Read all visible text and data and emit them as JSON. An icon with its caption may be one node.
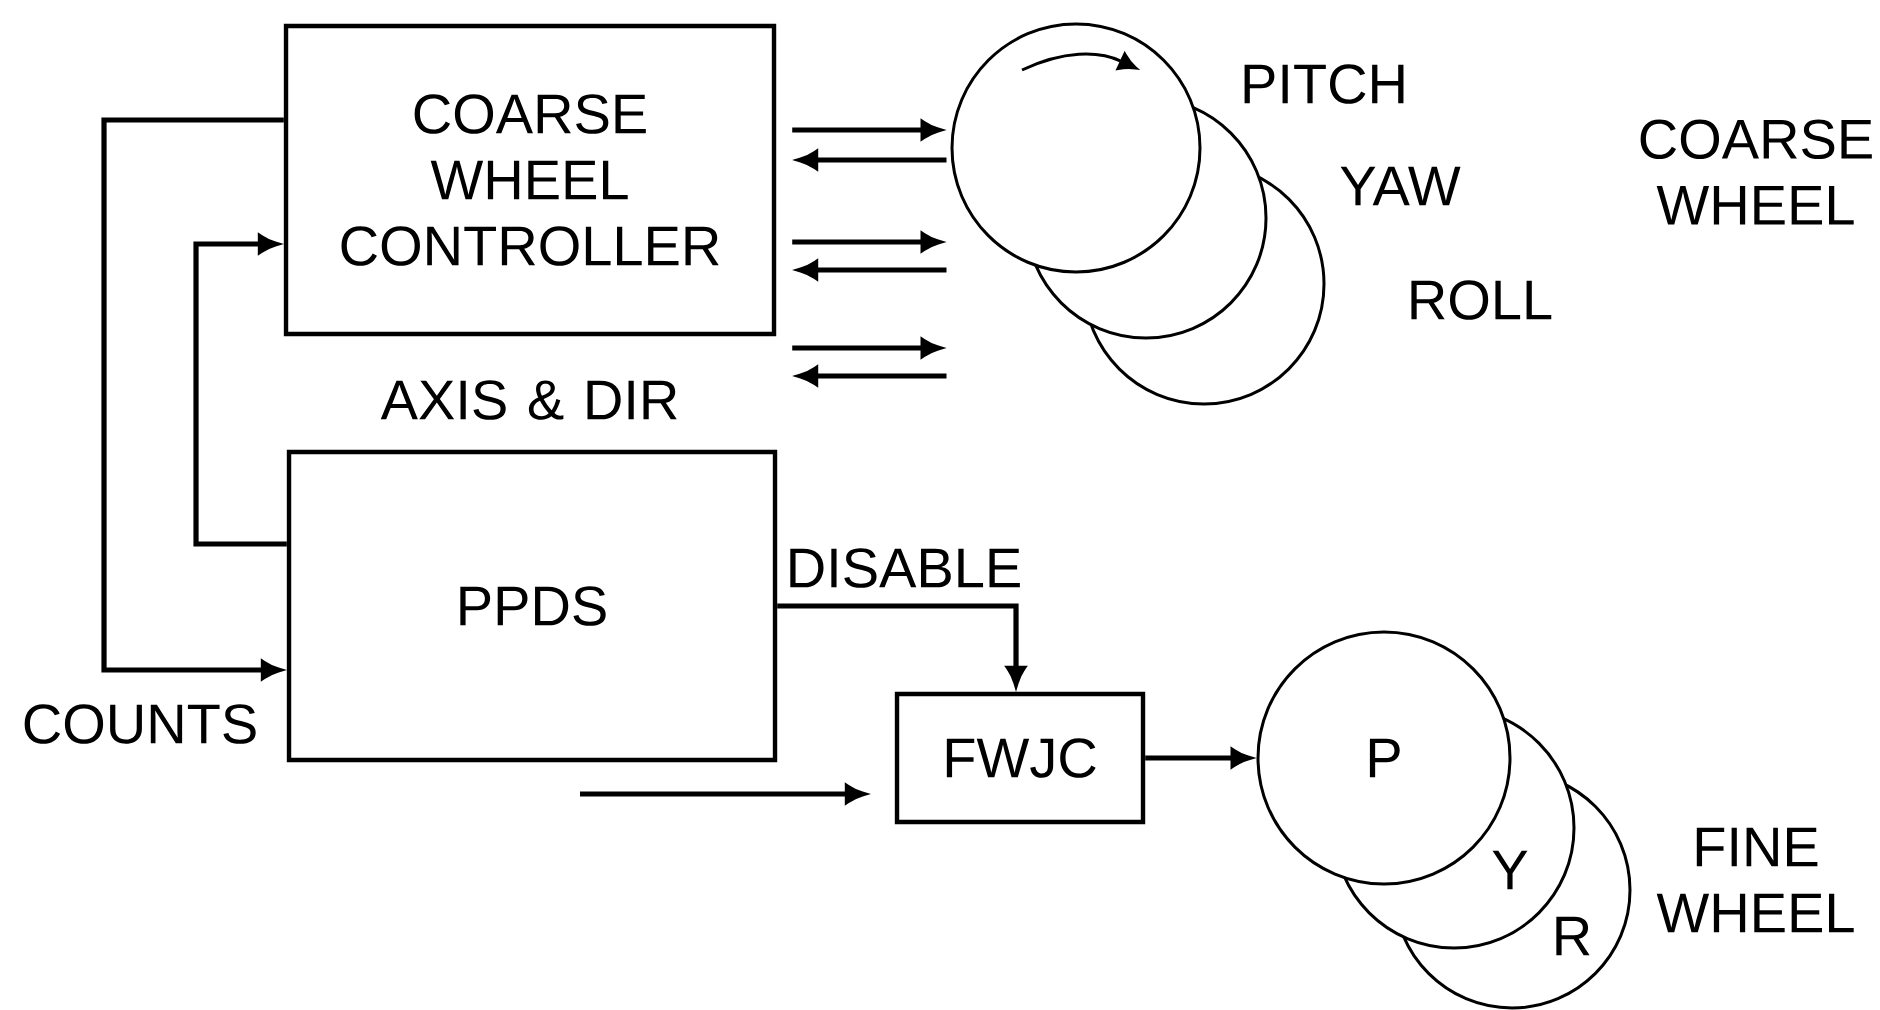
{
  "diagram": {
    "nodes": [
      {
        "text": [
          "COARSE WHEEL CONTROLLER"
        ]
      },
      {
        "text": [
          "PPDS"
        ]
      },
      {
        "text": [
          "FWJC"
        ]
      },
      {
        "text": [
          "PITCH",
          "YAW",
          "ROLL"
        ],
        "beside": [
          "COARSE WHEEL"
        ]
      },
      {
        "text": [
          "P",
          "Y",
          "R"
        ],
        "beside": [
          "FINE WHEEL"
        ]
      }
    ],
    "edges": [
      {
        "from": 0,
        "to": 1,
        "arrow": "to",
        "label": "COUNTS"
      },
      {
        "from": 1,
        "to": 0,
        "arrow": "to"
      },
      {
        "from": 0,
        "to": 3,
        "arrow": "to"
      },
      {
        "from": 3,
        "to": 0,
        "arrow": "to"
      },
      {
        "from": 0,
        "to": 3,
        "arrow": "to"
      },
      {
        "from": 3,
        "to": 0,
        "arrow": "to"
      },
      {
        "from": 0,
        "to": 3,
        "arrow": "to"
      },
      {
        "from": 3,
        "to": 0,
        "arrow": "to"
      },
      {
        "from": 1,
        "to": 2,
        "arrow": "to",
        "label": "DISABLE"
      },
      {
        "from": null,
        "to": 2,
        "arrow": "to"
      },
      {
        "from": 2,
        "to": 4,
        "arrow": "to"
      }
    ],
    "labels": [
      "AXIS & DIR"
    ]
  }
}
